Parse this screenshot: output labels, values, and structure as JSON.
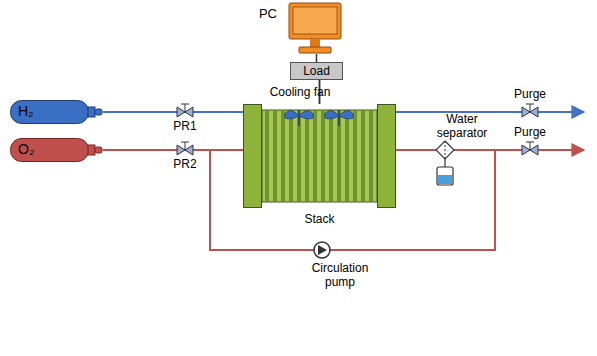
{
  "diagram": {
    "nodes": [
      {
        "text": [
          "PC"
        ]
      },
      {
        "text": [
          "Load"
        ]
      },
      {
        "text": [
          "Stack"
        ]
      },
      {
        "text": [
          "H₂"
        ]
      },
      {
        "text": [
          "O₂"
        ]
      }
    ],
    "edges": [
      {
        "from": 0,
        "to": 1,
        "arrow": "none"
      },
      {
        "from": 1,
        "to": 2,
        "arrow": "none"
      },
      {
        "from": 1,
        "to": 2,
        "arrow": "none"
      },
      {
        "from": 3,
        "to": 2,
        "arrow": "none"
      },
      {
        "from": 4,
        "to": 2,
        "arrow": "none"
      }
    ],
    "labels": [
      "Cooling fan",
      "PR1",
      "PR2",
      "Purge",
      "Purge",
      "Water separator",
      "Circulation pump"
    ]
  }
}
